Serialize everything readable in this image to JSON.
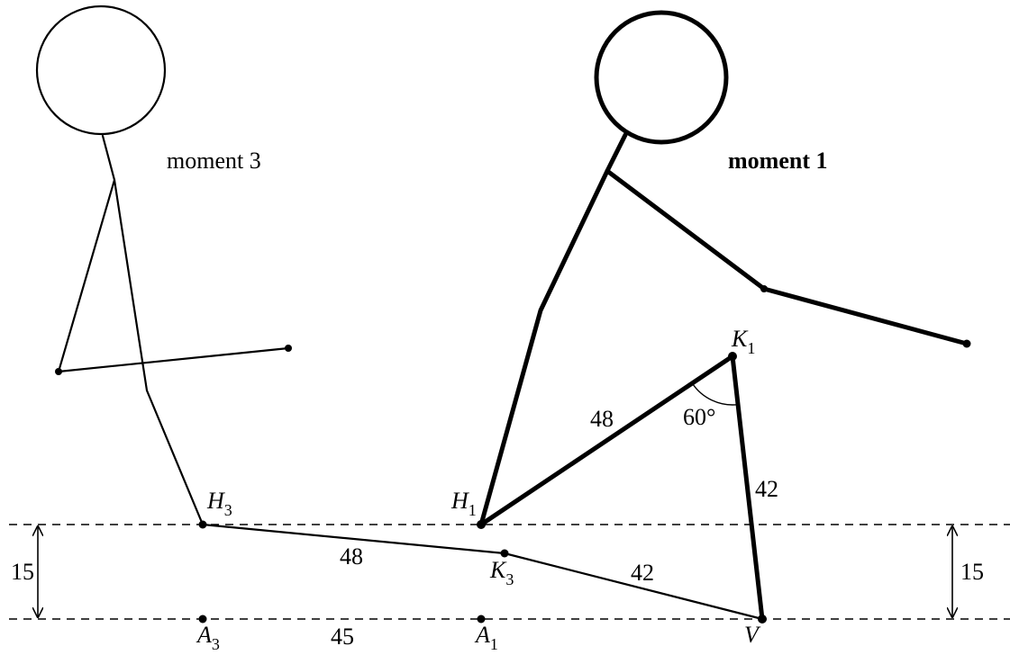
{
  "figure": {
    "moment3_title": "moment 3",
    "moment1_title": "moment 1",
    "points": {
      "H3": {
        "letter": "H",
        "sub": "3"
      },
      "K3": {
        "letter": "K",
        "sub": "3"
      },
      "A3": {
        "letter": "A",
        "sub": "3"
      },
      "H1": {
        "letter": "H",
        "sub": "1"
      },
      "K1": {
        "letter": "K",
        "sub": "1"
      },
      "A1": {
        "letter": "A",
        "sub": "1"
      },
      "V": {
        "letter": "V"
      }
    },
    "lengths": {
      "thigh_moment3": "48",
      "shin_moment3": "42",
      "thigh_moment1": "48",
      "shin_moment1": "42",
      "ground_A3_A1": "45",
      "height_left": "15",
      "height_right": "15"
    },
    "angle_K1": "60°"
  }
}
